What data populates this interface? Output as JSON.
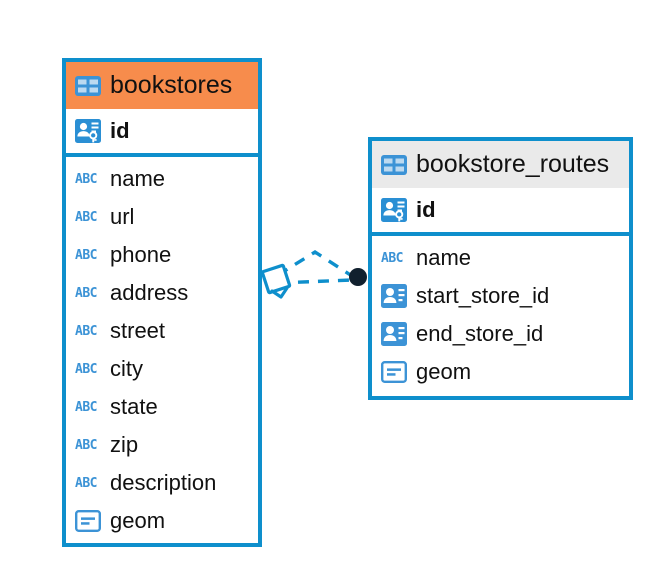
{
  "diagram": {
    "type": "entity-relationship-diagram",
    "background": "#ffffff",
    "colors": {
      "border_blue": "#0e8fcc",
      "header_orange": "#f78c4c",
      "header_gray": "#eaeaea",
      "icon_blue": "#3c93d6",
      "connector_blue": "#0e8fcc",
      "endpoint_dot": "#11202e",
      "text": "#111111"
    },
    "entities": [
      {
        "name": "bookstores",
        "table_icon": "table-grid-icon",
        "header_style": "accent-orange",
        "primary_keys": [
          {
            "label": "id",
            "icon": "primary-key-icon",
            "bold": true
          }
        ],
        "fields": [
          {
            "label": "name",
            "icon": "text-abc-icon",
            "icon_text": "ABC"
          },
          {
            "label": "url",
            "icon": "text-abc-icon",
            "icon_text": "ABC"
          },
          {
            "label": "phone",
            "icon": "text-abc-icon",
            "icon_text": "ABC"
          },
          {
            "label": "address",
            "icon": "text-abc-icon",
            "icon_text": "ABC"
          },
          {
            "label": "street",
            "icon": "text-abc-icon",
            "icon_text": "ABC"
          },
          {
            "label": "city",
            "icon": "text-abc-icon",
            "icon_text": "ABC"
          },
          {
            "label": "state",
            "icon": "text-abc-icon",
            "icon_text": "ABC"
          },
          {
            "label": "zip",
            "icon": "text-abc-icon",
            "icon_text": "ABC"
          },
          {
            "label": "description",
            "icon": "text-abc-icon",
            "icon_text": "ABC"
          },
          {
            "label": "geom",
            "icon": "geometry-icon"
          }
        ]
      },
      {
        "name": "bookstore_routes",
        "table_icon": "table-grid-icon",
        "header_style": "accent-gray",
        "primary_keys": [
          {
            "label": "id",
            "icon": "primary-key-icon",
            "bold": true
          }
        ],
        "fields": [
          {
            "label": "name",
            "icon": "text-abc-icon",
            "icon_text": "ABC"
          },
          {
            "label": "start_store_id",
            "icon": "foreign-key-icon"
          },
          {
            "label": "end_store_id",
            "icon": "foreign-key-icon"
          },
          {
            "label": "geom",
            "icon": "geometry-icon"
          }
        ]
      }
    ],
    "relationships": [
      {
        "from": "bookstores",
        "to": "bookstore_routes",
        "style": "dashed",
        "source_endpoint": "diamond",
        "target_endpoint": "filled-circle"
      },
      {
        "from": "bookstores",
        "to": "bookstore_routes",
        "style": "dashed",
        "source_endpoint": "diamond",
        "target_endpoint": "filled-circle"
      }
    ]
  }
}
